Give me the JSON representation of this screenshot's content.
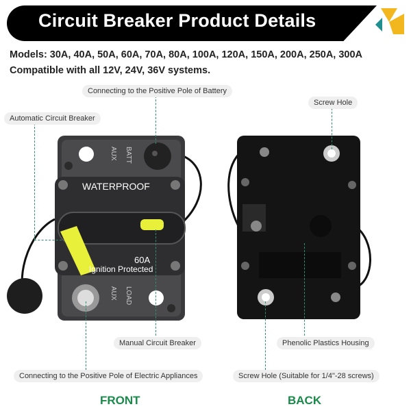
{
  "header": {
    "title": "Circuit Breaker Product Details",
    "models": "Models: 30A, 40A, 50A, 60A, 70A, 80A, 100A, 120A, 150A, 200A, 250A, 300A",
    "compat": "Compatible with all 12V, 24V, 36V systems."
  },
  "callouts": {
    "positive_battery": "Connecting to the Positive Pole of Battery",
    "automatic_breaker": "Automatic Circuit Breaker",
    "screw_hole_top": "Screw Hole",
    "manual_breaker": "Manual Circuit Breaker",
    "phenolic": "Phenolic Plastics Housing",
    "positive_appliances": "Connecting to the Positive Pole of Electric Appliances",
    "screw_hole_bottom": "Screw Hole (Suitable for 1/4\"-28 screws)"
  },
  "device": {
    "waterproof": "WATERPROOF",
    "rating": "60A",
    "ignition": "Ignition Protected",
    "batt": "BATT",
    "aux_top": "AUX",
    "aux_bottom": "AUX",
    "load": "LOAD"
  },
  "labels": {
    "front": "FRONT",
    "back": "BACK"
  },
  "colors": {
    "accent_green": "#1a8a4a",
    "logo_yellow": "#f2b71e",
    "logo_teal": "#1f8f8f",
    "lever_yellow": "#e8f03a"
  }
}
